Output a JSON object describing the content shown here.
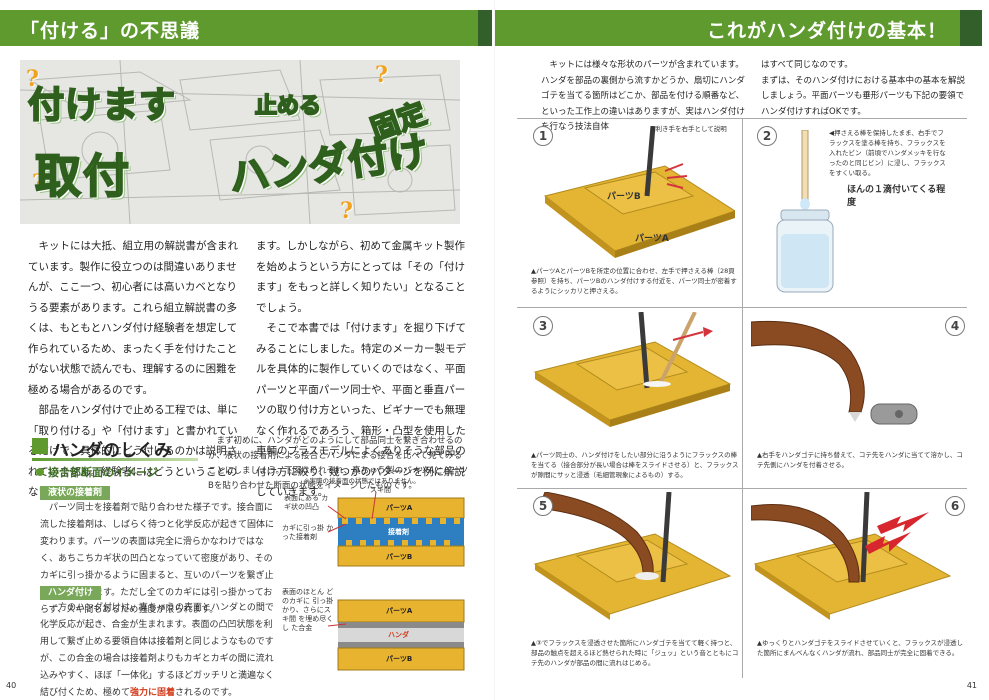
{
  "left_page": {
    "header": {
      "title": "「付ける」の不思議"
    },
    "hero": {
      "words": [
        "付けます",
        "取付",
        "止める",
        "ハンダ付け",
        "固定"
      ],
      "question_mark": "?"
    },
    "intro": {
      "col1": [
        "キットには大抵、組立用の解説書が含まれています。製作に役立つのは間違いありませんが、ここ一つ、初心者には高いカベとなりうる要素があります。これら組立解説書の多くは、もともとハンダ付け経験者を想定して作られているため、まったく手を付けたことがない状態で読んでも、理解するのに困難を極める場合があるのです。",
        "部品をハンダ付けで止める工程では、単に「取り付ける」や「付けます」と書かれているだけで、具体的にどう付けるのかは説明されていません。経験者にはどうということのない話ではあり"
      ],
      "col2": [
        "ます。しかしながら、初めて金属キット製作を始めようという方にとっては「その「付けます」をもっと詳しく知りたい」となることでしょう。",
        "そこで本書では「付けます」を掘り下げてみることにしました。特定のメーカー製モデルを具体的に製作していくのではなく、平面パーツと平面パーツ同士や、平面と垂直パーツの取り付け方といった、ビギナーでも無理なく作れるであろう、箱形・凸型を使用した車輌のプラスモデルによくありそうな部品の付け方に絞り、幾つかのパターンを例に解説していきます。"
      ]
    },
    "section": {
      "title": "ハンダのしくみ",
      "subhead": "接合部断面のイメージ",
      "right_text": [
        "まず初めに、ハンダがどのようにして部品同士を繋ぎ合わせるのか、液状の接着剤による接合とハンダによる接合を比べて見てみることにしましょう。下図はそれぞれ、真ちゅう製のパーツAとパーツBを貼り合わせた断面の状態をイメージしたものです。"
      ],
      "diagram_note": "※実際の接着面の状態ではありません。",
      "tag_liquid": "液状の接着剤",
      "liquid_text": "パーツ同士を接着剤で貼り合わせた様子です。接合面に流した接着剤は、しばらく待つと化学反応が起きて固体に変わります。パーツの表面は完全に滑らかなわけではなく、あちこちカギ状の凹凸となっていて密度があり、そのカギに引っ掛かるように固まると、互いのパーツを繋ぎ止める力が働きます。ただし全てのカギには引っ掛かっておらず、スキ間もあるため強度が限られます。",
      "tag_solder": "ハンダ付け",
      "solder_text_before": "一方のハンダ付けは、真ちゅうの表面とハンダとの間で化学反応が起き、合金が生まれます。表面の凸凹状態を利用して繋ぎ止める要領自体は接着剤と同じようなものですが、この合金の場合は接着剤よりもカギとカギの間に流れ込みやすく、ほぼ「一体化」するほどガッチリと満遍なく結び付くため、極めて",
      "solder_text_highlight": "強力に固着",
      "solder_text_after": "されるのです。",
      "diagram_top": {
        "label_surface": "表面にある カギ状の凹凸",
        "label_gap": "スキ間",
        "label_catch": "カギに引っ掛 かった接着剤",
        "part_a": "パーツA",
        "adhesive": "接着剤",
        "part_b": "パーツB"
      },
      "diagram_bottom": {
        "label_surface": "表面のほとん どのカギに 引っ掛かり、さらにスキ間 を埋め尽くし た合金",
        "part_a": "パーツA",
        "solder": "ハンダ",
        "part_b": "パーツB"
      }
    },
    "page_number": "40"
  },
  "right_page": {
    "header": {
      "title": "これがハンダ付けの基本！"
    },
    "intro_col1": "キットには様々な形状のパーツが含まれています。ハンダを部品の裏側から流すかどうか、扇切にハンダゴテを当てる箇所はどこか、部品を付ける順番など、といった工作上の違いはありますが、実はハンダ付けを行なう技法自体",
    "intro_col2": [
      "はすべて同じなのです。",
      "まずは、そのハンダ付けにおける基本中の基本を解説しましょう。平面パーツも垂形パーツも下記の要領でハンダ付けすればOKです。"
    ],
    "steps": [
      {
        "num": "1",
        "note": "※利き手を右手として説明",
        "part_b": "パーツB",
        "part_a": "パーツA",
        "caption": "▲パーツAとパーツBを所定の位置に合わせ、左手で押さえる棒（28頁参照）を持ち、パーツBのハンダ付けする付近を、パーツ同士が密着するようにシッカリと押さえる。"
      },
      {
        "num": "2",
        "note": "◀押さえる棒を保持したまま、右手でフラックスを塗る棒を持ち、フラックスを入れたビン（前頃でハンダメッキを行なったのと同じビン）に浸し、フラックスをすくい取る。",
        "callout": "ほんの１滴付いてくる程度",
        "caption": ""
      },
      {
        "num": "3",
        "caption": "▲パーツ同士の、ハンダ付けをしたい部分に沿うようにフラックスの棒を当てる（接合部分が長い場合は棒をスライドさせる）と、フラックスが隙間にサッと浸透（毛細管現象によるもの）する。"
      },
      {
        "num": "4",
        "caption": "▲右手をハンダゴテに持ち替えて、コテ先をハンダに当てて溶かし、コテ先側にハンダを付着させる。"
      },
      {
        "num": "5",
        "caption": "▲③でフラックスを浸透させた箇所にハンダゴテを当てて軽く持つと、部品の触点を超えるほど熱せられた時に「ジュッ」という音とともにコテ先のハンダが部品の間に流れはじめる。"
      },
      {
        "num": "6",
        "caption": "▲ゆっくりとハンダゴテをスライドさせていくと、フラックスが浸透した箇所にまんべんなくハンダが流れ、部品同士が完全に固着できる。"
      }
    ],
    "page_number": "41"
  },
  "colors": {
    "header_green": "#5f9a2f",
    "header_dark": "#33602a",
    "brass": "#e3b533",
    "highlight_red": "#d23a1a"
  }
}
